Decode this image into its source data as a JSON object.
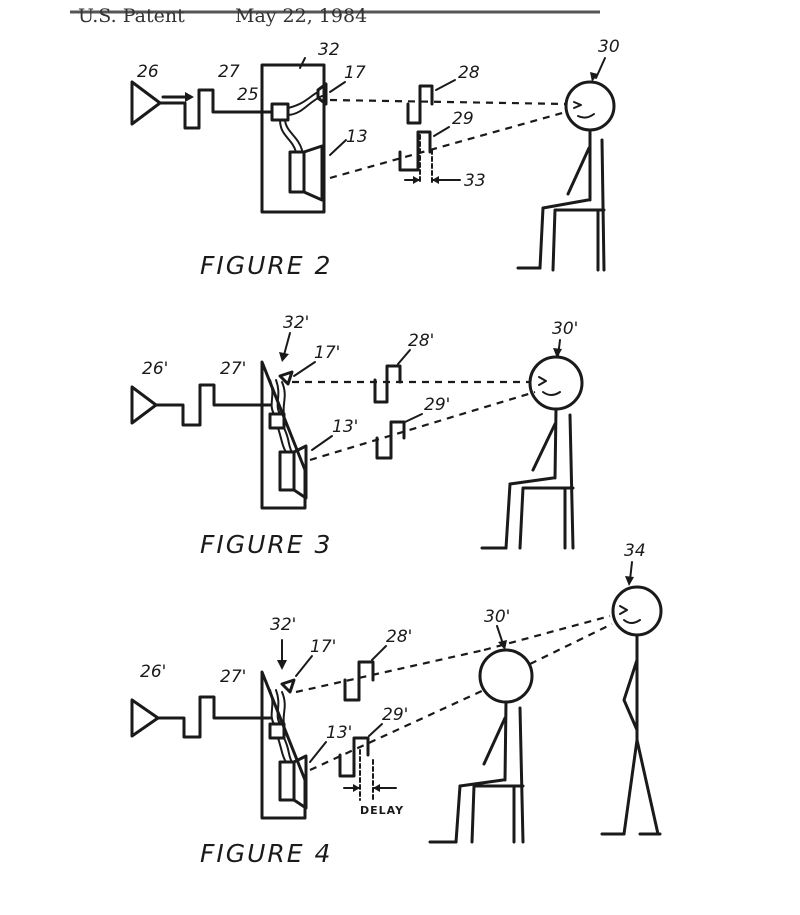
{
  "header": {
    "left": "U.S. Patent",
    "date": "May 22, 1984"
  },
  "figure2": {
    "caption": "FIGURE 2",
    "labels": {
      "amp": "26",
      "input_signal": "27",
      "cabinet": "32",
      "crossover": "25",
      "tweeter": "17",
      "woofer": "13",
      "direct_wave": "28",
      "delayed_wave": "29",
      "offset": "33",
      "listener": "30"
    }
  },
  "figure3": {
    "caption": "FIGURE 3",
    "labels": {
      "amp": "26'",
      "input_signal": "27'",
      "cabinet": "32'",
      "tweeter": "17'",
      "woofer": "13'",
      "direct_wave": "28'",
      "delayed_wave": "29'",
      "listener": "30'"
    }
  },
  "figure4": {
    "caption": "FIGURE 4",
    "labels": {
      "amp": "26'",
      "input_signal": "27'",
      "cabinet": "32'",
      "tweeter": "17'",
      "woofer": "13'",
      "direct_wave": "28'",
      "delayed_wave": "29'",
      "delay": "DELAY",
      "listener_seated": "30'",
      "listener_standing": "34"
    }
  },
  "colors": {
    "ink": "#1a1a1a",
    "paper": "#ffffff"
  }
}
